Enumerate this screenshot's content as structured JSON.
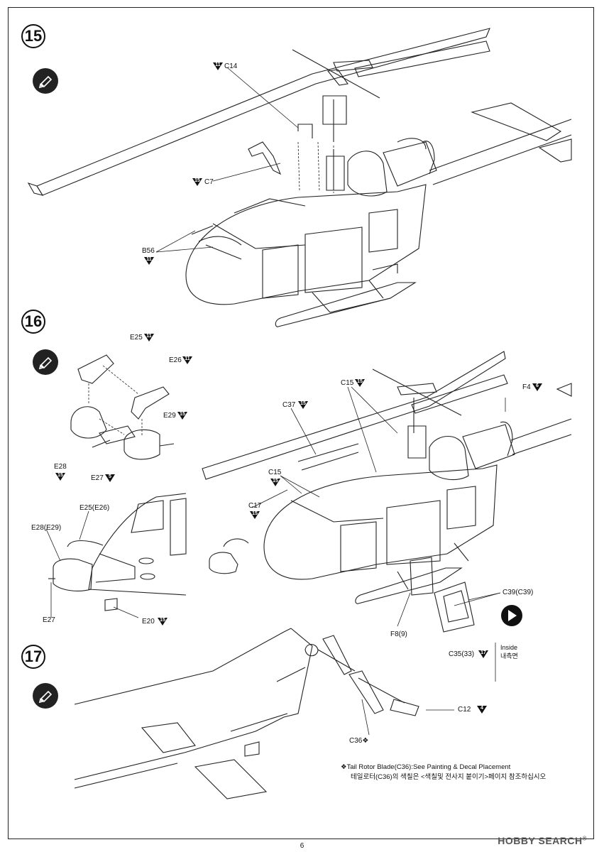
{
  "page_number": "6",
  "watermark": {
    "brand": "HOBBY SEARCH",
    "reg": "®"
  },
  "steps": [
    {
      "number": "15"
    },
    {
      "number": "16"
    },
    {
      "number": "17"
    }
  ],
  "step15_labels": {
    "c14": "C14",
    "c14_color": "11",
    "c7": "C7",
    "c7_color": "15",
    "b56": "B56",
    "b56_color": "11"
  },
  "step16_labels": {
    "e25": "E25",
    "e25_color": "11",
    "e26": "E26",
    "e26_color": "11",
    "e29": "E29",
    "e29_color": "15",
    "e28": "E28",
    "e28_color": "15",
    "e27": "E27",
    "e27_color": "5",
    "e25e26": "E25(E26)",
    "e28e29": "E28(E29)",
    "e27b": "E27",
    "e20": "E20",
    "e20_color": "15",
    "c15a": "C15",
    "c15a_color": "15",
    "f4": "F4",
    "f4_color": "6",
    "c37": "C37",
    "c37_color": "15",
    "c15b": "C15",
    "c15b_color": "15",
    "c17": "C17",
    "c17_color": "15",
    "c39": "C39(C39)",
    "f8": "F8(9)",
    "c35": "C35(33)",
    "c35_color": "17",
    "inside_en": "Inside",
    "inside_kr": "내측면"
  },
  "step17_labels": {
    "c12": "C12",
    "c12_color": "4",
    "c36": "C36❖"
  },
  "notes": {
    "en": "❖Tail Rotor Blade(C36):See Painting & Decal Placement",
    "kr": "테일로터(C36)의 색칠은 <색칠및 전사지 붙이기>페이지 참조하십시오"
  },
  "icons": {
    "paint": "paint-brush-icon",
    "direction": "direction-arrow-icon"
  }
}
